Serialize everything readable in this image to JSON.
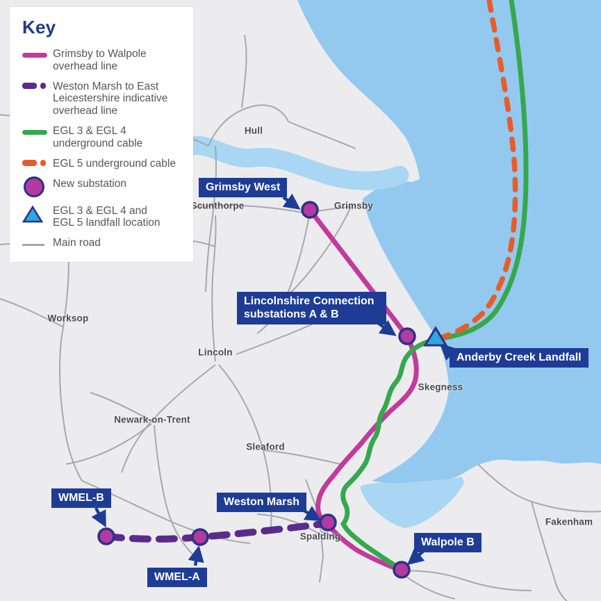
{
  "key_panel": {
    "title": "Key",
    "items": [
      {
        "id": "grimsby-walpole-line",
        "label": "Grimsby to Walpole\noverhead line",
        "swatch": "pink-solid-line",
        "color": "#c23a9c"
      },
      {
        "id": "wmel-line",
        "label": "Weston Marsh to East\nLeicestershire indicative\noverhead line",
        "swatch": "purple-dashed-line",
        "color": "#5b2b8c"
      },
      {
        "id": "egl34-cable",
        "label": "EGL 3 & EGL 4\nunderground cable",
        "swatch": "green-solid-line",
        "color": "#35a84d"
      },
      {
        "id": "egl5-cable",
        "label": "EGL 5 underground cable",
        "swatch": "orange-dashed-line",
        "color": "#e85c2a"
      },
      {
        "id": "new-substation",
        "label": "New substation",
        "swatch": "substation-circle",
        "color": "#b23aa0"
      },
      {
        "id": "landfall-location",
        "label": "EGL 3 & EGL 4 and\nEGL 5 landfall location",
        "swatch": "landfall-triangle",
        "color": "#2aa8e1"
      },
      {
        "id": "main-road",
        "label": "Main road",
        "swatch": "road-line",
        "color": "#a7a7ad"
      }
    ]
  },
  "callouts": [
    {
      "id": "grimsby-west",
      "label": "Grimsby West"
    },
    {
      "id": "lincolnshire-connection",
      "label": "Lincolnshire Connection\nsubstations A & B"
    },
    {
      "id": "anderby-creek-landfall",
      "label": "Anderby Creek Landfall"
    },
    {
      "id": "wmel-b",
      "label": "WMEL-B"
    },
    {
      "id": "weston-marsh",
      "label": "Weston Marsh"
    },
    {
      "id": "wmel-a",
      "label": "WMEL-A"
    },
    {
      "id": "walpole-b",
      "label": "Walpole B"
    }
  ],
  "cities": [
    {
      "id": "hull",
      "label": "Hull"
    },
    {
      "id": "scunthorpe",
      "label": "Scunthorpe"
    },
    {
      "id": "grimsby",
      "label": "Grimsby"
    },
    {
      "id": "skegness",
      "label": "Skegness"
    },
    {
      "id": "lincoln",
      "label": "Lincoln"
    },
    {
      "id": "worksop",
      "label": "Worksop"
    },
    {
      "id": "newark-on-trent",
      "label": "Newark-on-Trent"
    },
    {
      "id": "sleaford",
      "label": "Sleaford"
    },
    {
      "id": "spalding",
      "label": "Spalding"
    },
    {
      "id": "fakenham",
      "label": "Fakenham"
    }
  ],
  "colors": {
    "sea": "#93c9ee",
    "estuary_and_wash": "#a9d6f3",
    "land": "#ececee",
    "road": "#a7a7ad",
    "callout_background": "#1e3c96",
    "key_title": "#22398f",
    "city_label": "#4a4b4f",
    "marker_border": "#2c3187"
  }
}
